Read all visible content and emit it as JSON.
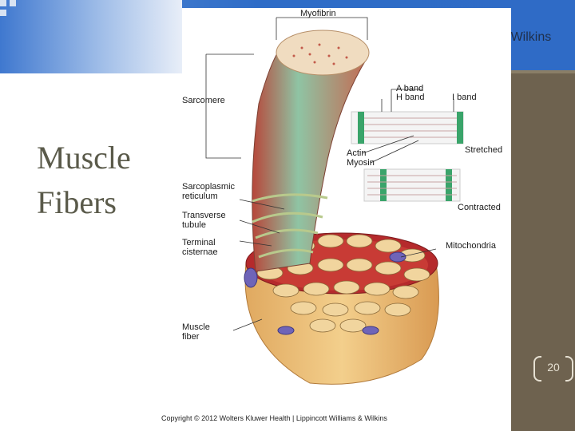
{
  "slide": {
    "title_line1": "Muscle",
    "title_line2": "Fibers",
    "header_tail": "s & Wilkins",
    "page_number": "20",
    "copyright": "Copyright © 2012 Wolters Kluwer Health | Lippincott Williams & Wilkins"
  },
  "figure": {
    "labels": {
      "myofibrin": "Myofibrin",
      "sarcomere": "Sarcomere",
      "a_band": "A band",
      "h_band": "H band",
      "i_band": "I band",
      "stretched": "Stretched",
      "actin": "Actin",
      "myosin": "Myosin",
      "contracted": "Contracted",
      "sarcoplasmic": "Sarcoplasmic",
      "reticulum": "reticulum",
      "transverse": "Transverse",
      "tubule": "tubule",
      "terminal": "Terminal",
      "cisternae": "cisternae",
      "mitochondria": "Mitochondria",
      "muscle": "Muscle",
      "fiber": "fiber"
    }
  },
  "colors": {
    "header_blue": "#2e6cc7",
    "right_bar": "#6e624f",
    "title_text": "#5a5a4a",
    "band_green": "#3aa46a",
    "fiber_red": "#b3272a",
    "fiber_tan": "#e8c07a"
  }
}
